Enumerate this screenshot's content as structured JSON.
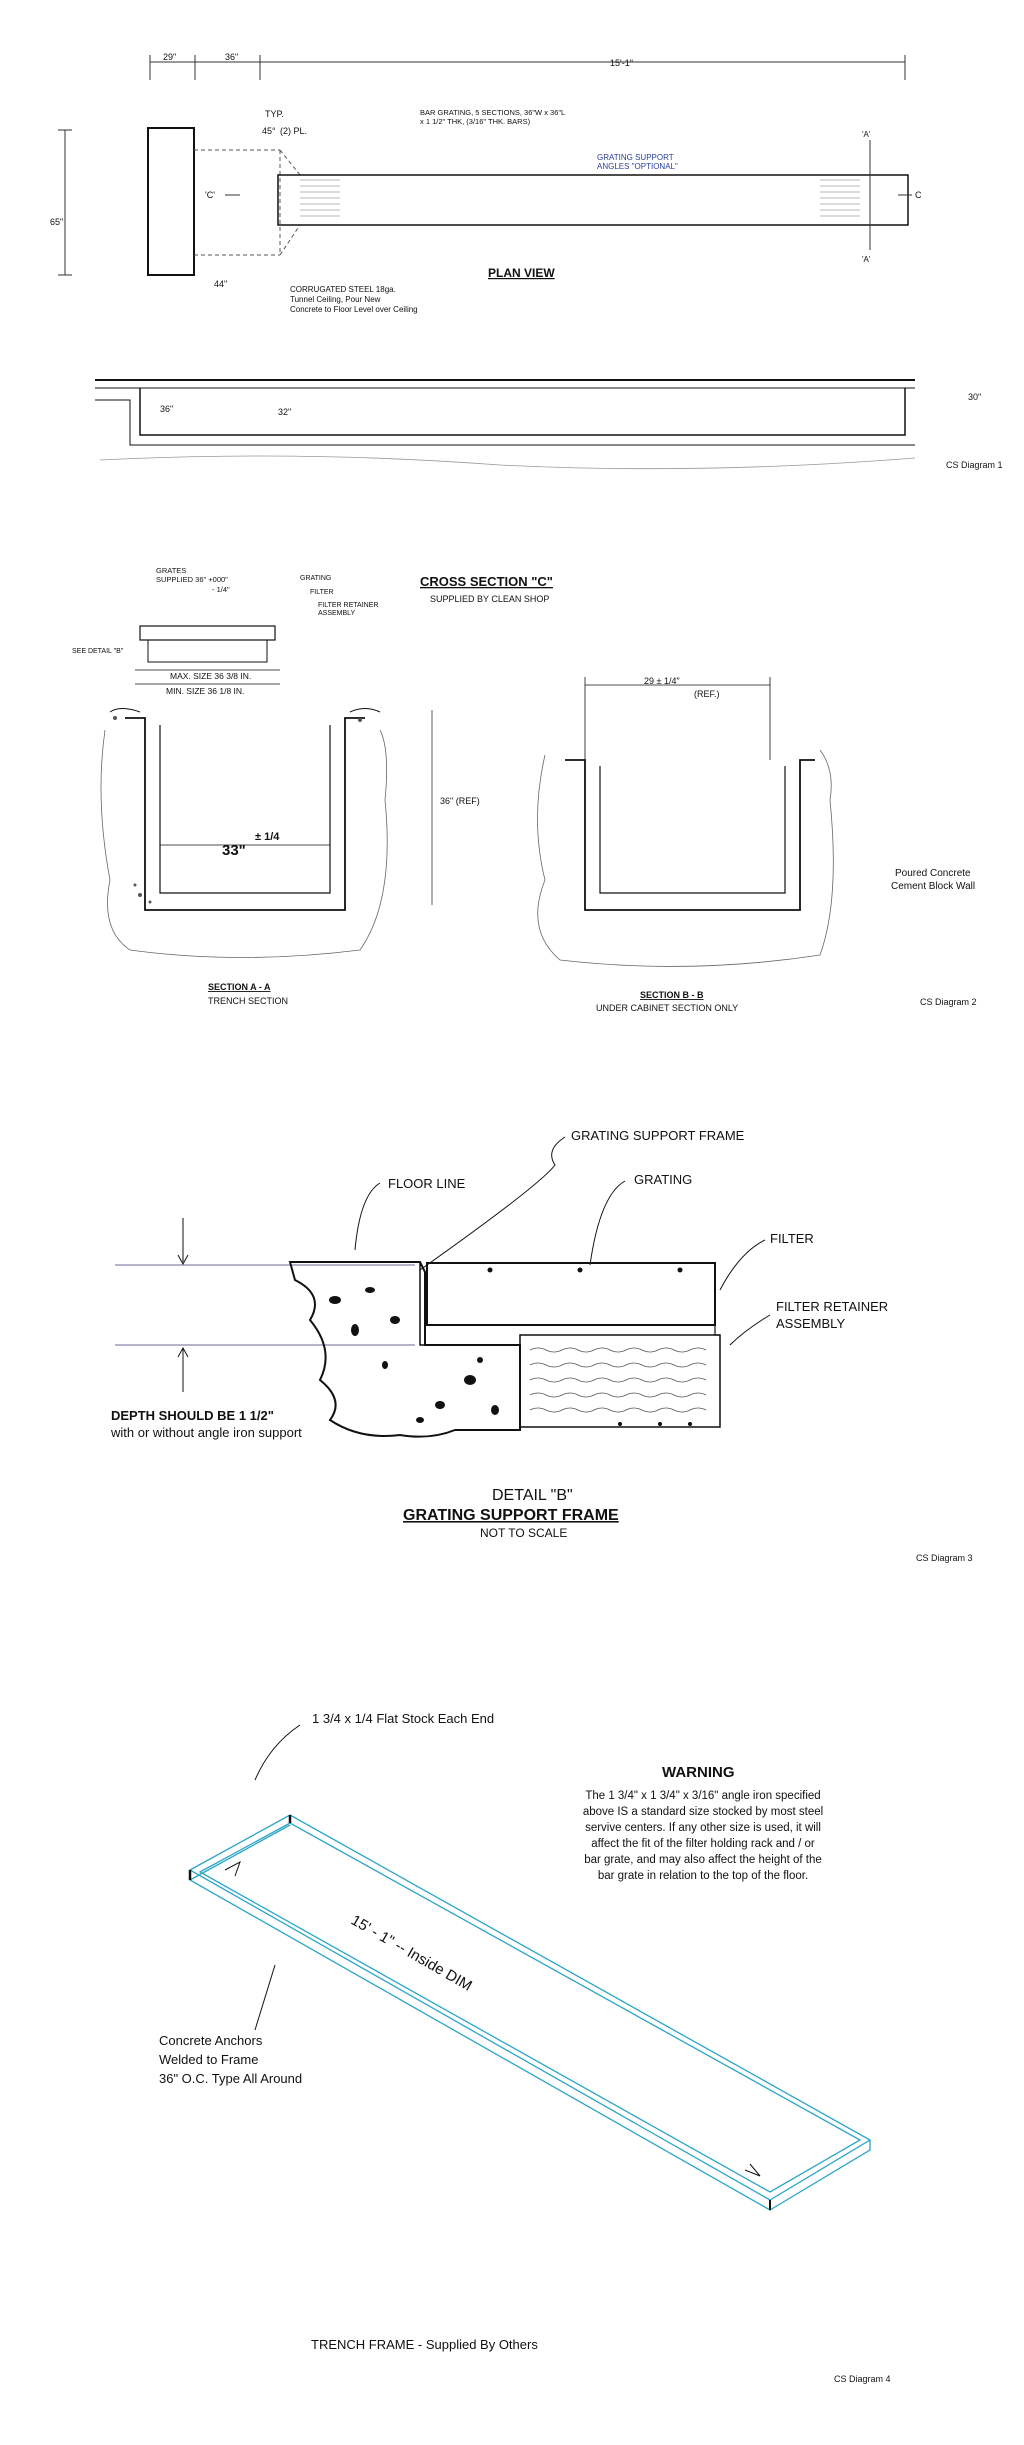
{
  "d1": {
    "dim_29": "29\"",
    "dim_36": "36\"",
    "dim_15_1": "15'-1\"",
    "typ": "TYP.",
    "angle": "45°",
    "two_pl": "(2) PL.",
    "grating_note_1": "BAR GRATING, 5 SECTIONS, 36\"W x 36\"L",
    "grating_note_2": "x 1 1/2\" THK, (3/16\" THK. BARS)",
    "support_1": "GRATING SUPPORT",
    "support_2": "ANGLES \"OPTIONAL\"",
    "a_top": "'A'",
    "a_bot": "'A'",
    "c_left": "'C'",
    "c_right": "C",
    "dim_65": "65\"",
    "dim_44": "44\"",
    "title": "PLAN VIEW",
    "steel_1": "CORRUGATED STEEL 18ga.",
    "steel_2": "Tunnel Ceiling, Pour New",
    "steel_3": "Concrete to Floor Level over Ceiling",
    "dim_36b": "36\"",
    "dim_32": "32\"",
    "dim_30": "30\"",
    "label": "CS Diagram 1"
  },
  "d2": {
    "grates_1": "GRATES",
    "grates_2": "SUPPLIED 36\" +000\"",
    "grates_3": "- 1/4\"",
    "grating": "GRATING",
    "filter": "FILTER",
    "retainer_1": "FILTER RETAINER",
    "retainer_2": "ASSEMBLY",
    "see_detail": "SEE DETAIL \"B\"",
    "max_size": "MAX. SIZE 36 3/8 IN.",
    "min_size": "MIN. SIZE 36 1/8 IN.",
    "title": "CROSS SECTION \"C\"",
    "subtitle": "SUPPLIED BY CLEAN SHOP",
    "dim_36ref": "36\" (REF)",
    "dim_33": "33\"",
    "dim_tol": "± 1/4",
    "dim_29ref": "29 ± 1/4\"",
    "ref": "(REF.)",
    "wall_1": "Poured Concrete",
    "wall_2": "Cement Block Wall",
    "sec_aa": "SECTION  A - A",
    "sec_aa_sub": "TRENCH SECTION",
    "sec_bb": "SECTION  B - B",
    "sec_bb_sub": "UNDER CABINET SECTION ONLY",
    "label": "CS Diagram 2"
  },
  "d3": {
    "support_frame": "GRATING SUPPORT FRAME",
    "floor_line": "FLOOR LINE",
    "grating": "GRATING",
    "filter": "FILTER",
    "retainer_1": "FILTER RETAINER",
    "retainer_2": "ASSEMBLY",
    "depth_1": "DEPTH SHOULD BE 1 1/2\"",
    "depth_2": "with or without angle iron support",
    "detail": "DETAIL \"B\"",
    "title": "GRATING SUPPORT FRAME",
    "scale": "NOT TO SCALE",
    "label": "CS Diagram 3"
  },
  "d4": {
    "flat_stock": "1 3/4 x 1/4 Flat Stock Each End",
    "warning_title": "WARNING",
    "warning_lines": [
      "The 1 3/4\" x 1 3/4\" x 3/16\" angle iron specified",
      "above IS a standard size stocked by most steel",
      "servive centers.  If any other size is used, it will",
      "affect the fit of the filter holding rack and / or",
      "bar grate, and may also affect the height of the",
      "bar grate in relation to the top of the floor."
    ],
    "inside_dim": "15' - 1\"  -- Inside DIM",
    "anchors_1": "Concrete Anchors",
    "anchors_2": "Welded to Frame",
    "anchors_3": "36\" O.C.  Type All Around",
    "trench_frame": "TRENCH FRAME - Supplied By Others",
    "label": "CS Diagram 4"
  }
}
